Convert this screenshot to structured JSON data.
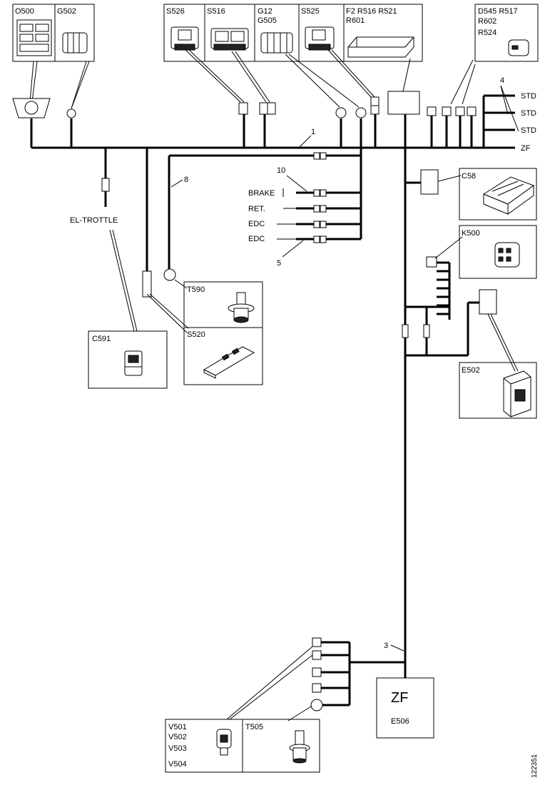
{
  "top_labels": {
    "o500": "O500",
    "g502": "G502",
    "s526": "S526",
    "s516": "S516",
    "g12_line1": "G12",
    "g12_line2": "G505",
    "s525": "S525",
    "f2_line1": "F2 R516 R521",
    "f2_line2": "R601",
    "d545_line1": "D545 R517",
    "d545_line2": "R602",
    "d545_line3": "R524"
  },
  "wire_numbers": {
    "n1": "1",
    "n3": "3",
    "n4": "4",
    "n5": "5",
    "n8": "8",
    "n10": "10"
  },
  "right_end_labels": [
    "STD",
    "STD",
    "STD",
    "ZF"
  ],
  "branch_labels": [
    "BRAKE",
    "RET.",
    "EDC",
    "EDC"
  ],
  "el_trottle": "EL-TROTTLE",
  "components": {
    "c58": "C58",
    "k500": "K500",
    "e502": "E502",
    "t590": "T590",
    "s520": "S520",
    "c591": "C591",
    "v_line1": "V501",
    "v_line2": "V502",
    "v_line3": "V503",
    "v_line4": "V504",
    "t505": "T505",
    "zf_big": "ZF",
    "e506": "E506"
  },
  "figure_id": "122351"
}
